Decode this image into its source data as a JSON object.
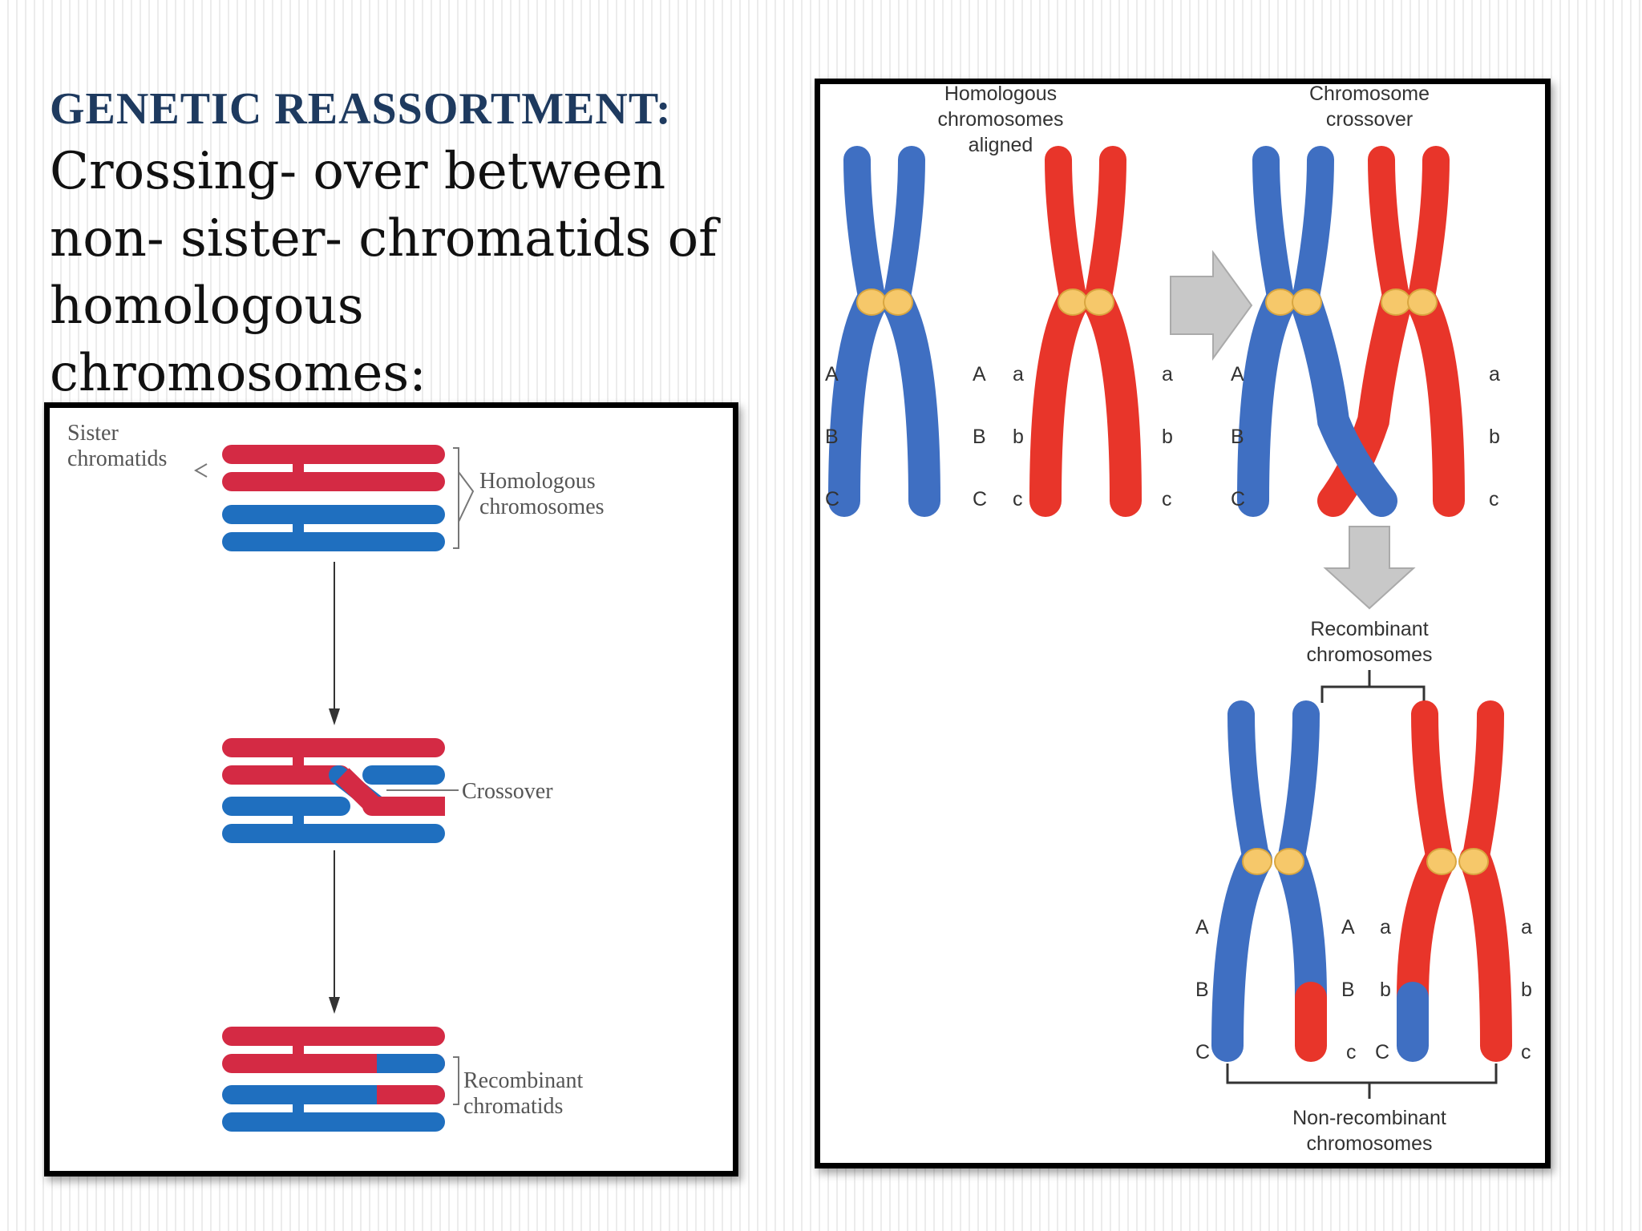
{
  "slide": {
    "title": "GENETIC  REASSORTMENT:",
    "body": "Crossing- over between non- sister- chromatids of homologous chromosomes:"
  },
  "left_figure": {
    "label_sister": [
      "Sister",
      "chromatids"
    ],
    "label_homologous": [
      "Homologous",
      "chromosomes"
    ],
    "label_crossover": "Crossover",
    "label_recombinant": [
      "Recombinant",
      "chromatids"
    ]
  },
  "right_figure": {
    "title_aligned": [
      "Homologous",
      "chromosomes",
      "aligned"
    ],
    "title_crossover": [
      "Chromosome",
      "crossover"
    ],
    "title_recombinant": [
      "Recombinant",
      "chromosomes"
    ],
    "title_nonrecombinant": [
      "Non-recombinant",
      "chromosomes"
    ],
    "upper_letters": [
      "A",
      "B",
      "C"
    ],
    "lower_letters": [
      "a",
      "b",
      "c"
    ]
  },
  "colors": {
    "title": "#1e3a5f",
    "red": "#e8352a",
    "blue": "#3f6fc2",
    "left_red": "#d42a44",
    "left_blue": "#1f6fbf",
    "centromere": "#f6c86a",
    "arrow_gray": "#c8c8c8"
  }
}
